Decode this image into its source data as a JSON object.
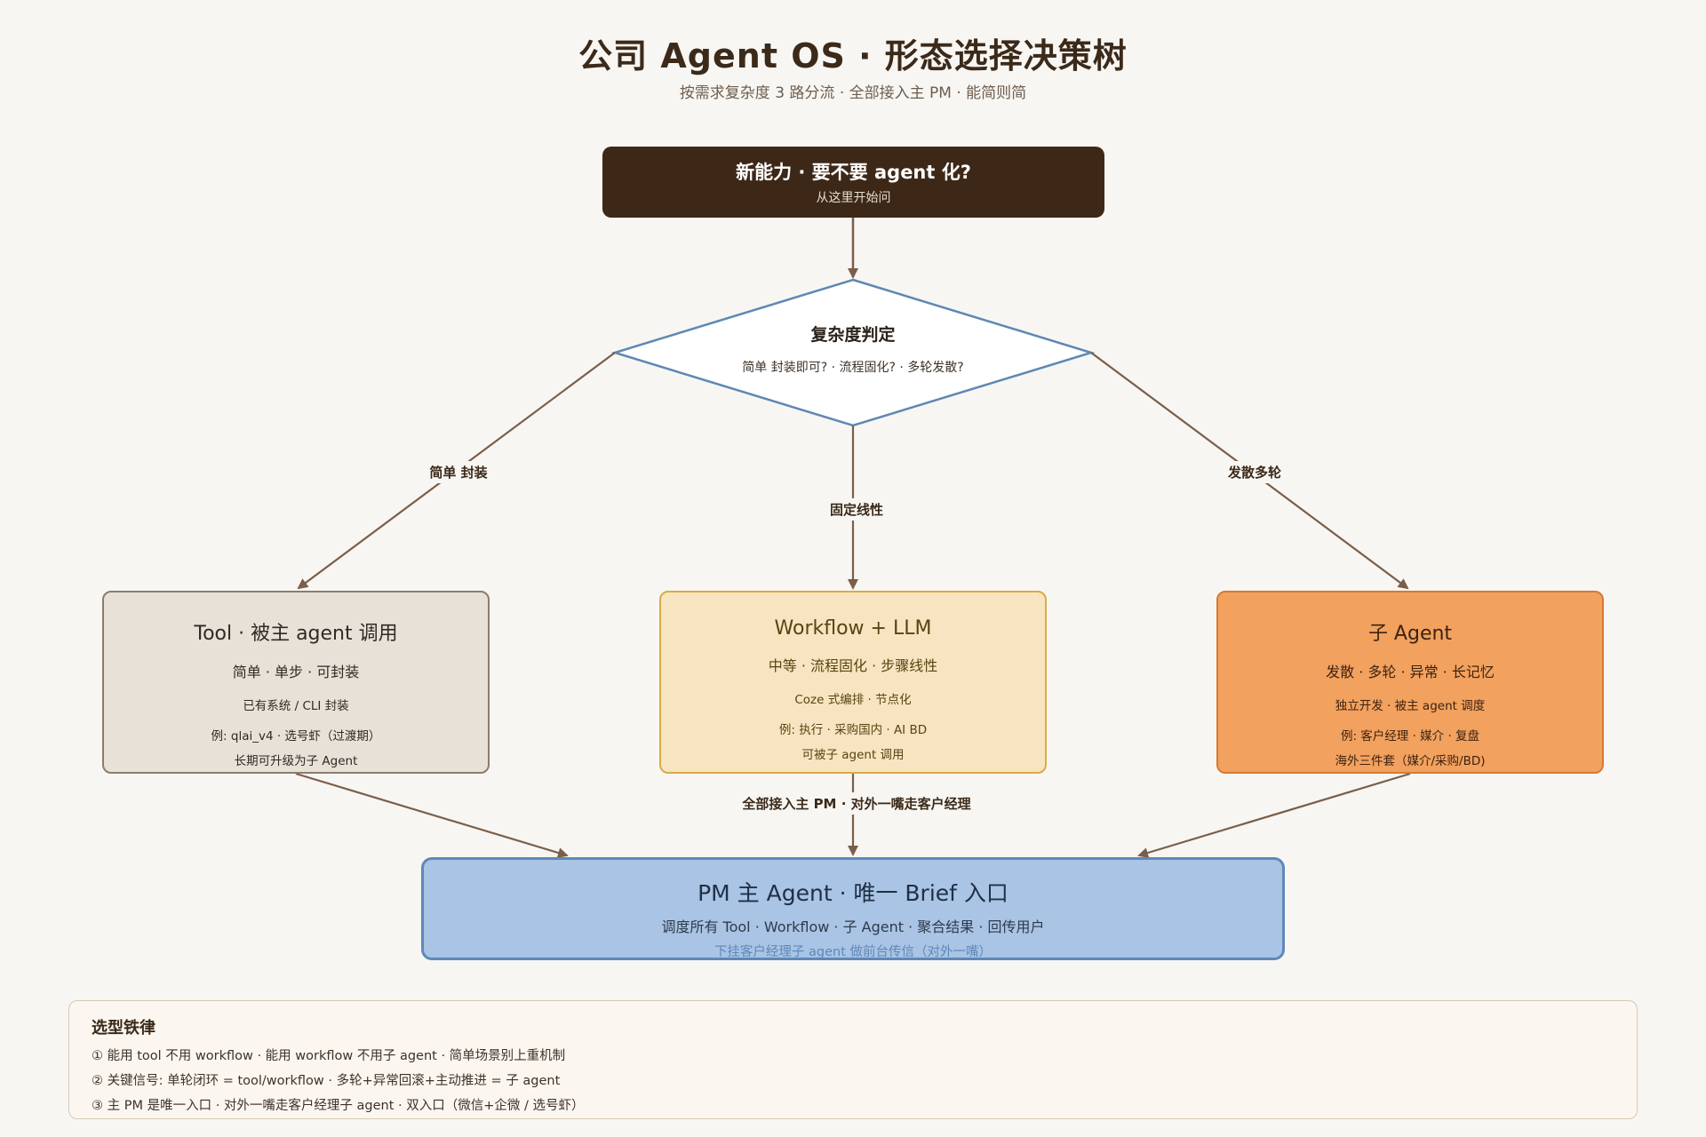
{
  "header": {
    "title": "公司 Agent OS · 形态选择决策树",
    "subtitle": "按需求复杂度 3 路分流 · 全部接入主 PM · 能简则简"
  },
  "start": {
    "title": "新能力 · 要不要 agent 化?",
    "subtitle": "从这里开始问"
  },
  "decision": {
    "title": "复杂度判定",
    "subtitle": "简单 封装即可? · 流程固化? · 多轮发散?"
  },
  "edges": {
    "left": "简单 封装",
    "middle": "固定线性",
    "right": "发散多轮",
    "bottom": "全部接入主 PM · 对外一嘴走客户经理"
  },
  "cards": {
    "tool": {
      "title": "Tool · 被主 agent 调用",
      "subtitle": "简单 · 单步 · 可封装",
      "line1": "已有系统 / CLI 封装",
      "line2": "例: qlai_v4 · 选号虾（过渡期）",
      "line3": "长期可升级为子 Agent"
    },
    "workflow": {
      "title": "Workflow + LLM",
      "subtitle": "中等 · 流程固化 · 步骤线性",
      "line1": "Coze 式编排 · 节点化",
      "line2": "例: 执行 · 采购国内 · AI BD",
      "line3": "可被子 agent 调用"
    },
    "agent": {
      "title": "子 Agent",
      "subtitle": "发散 · 多轮 · 异常 · 长记忆",
      "line1": "独立开发 · 被主 agent 调度",
      "line2": "例: 客户经理 · 媒介 · 复盘",
      "line3": "海外三件套（媒介/采购/BD)"
    }
  },
  "pm": {
    "title": "PM 主 Agent · 唯一 Brief 入口",
    "line1": "调度所有 Tool · Workflow · 子 Agent · 聚合结果 · 回传用户",
    "line2": "下挂客户经理子 agent 做前台传信（对外一嘴）"
  },
  "rules": {
    "title": "选型铁律",
    "items": [
      "① 能用 tool 不用 workflow · 能用 workflow 不用子 agent · 简单场景别上重机制",
      "② 关键信号: 单轮闭环 = tool/workflow · 多轮+异常回滚+主动推进 = 子 agent",
      "③ 主 PM 是唯一入口 · 对外一嘴走客户经理子 agent · 双入口（微信+企微 / 选号虾）"
    ]
  },
  "colors": {
    "arrow": "#7a5e4a",
    "decision_border": "#5e88b4",
    "start_bg": "#3d2817",
    "pm_border": "#5f88b8"
  }
}
